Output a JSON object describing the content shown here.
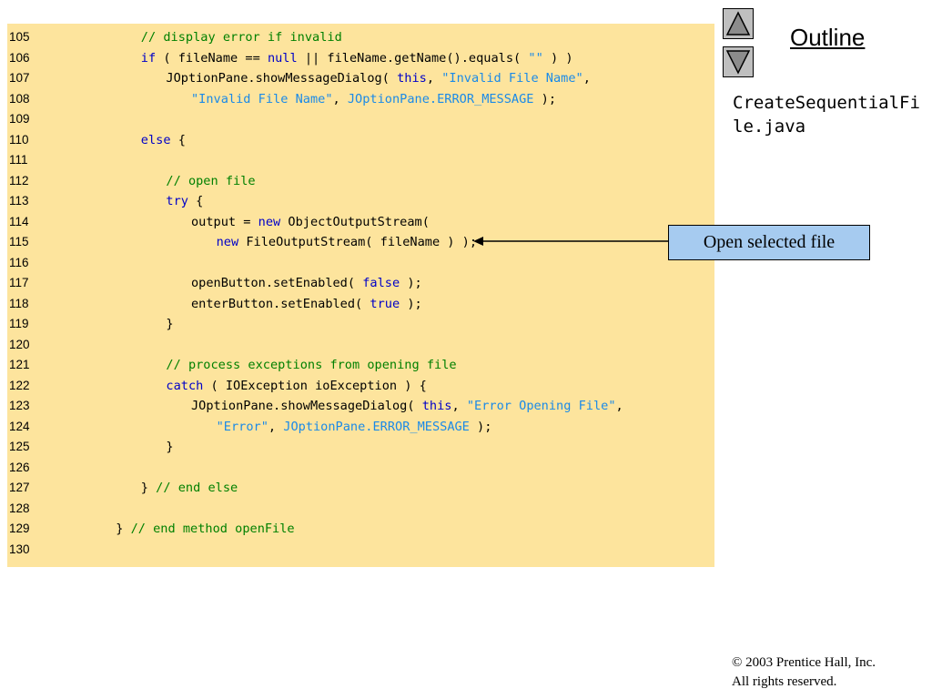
{
  "outline": {
    "title": "Outline",
    "file_name": "CreateSequentialFile.java"
  },
  "nav": {
    "up_icon": "triangle-up-icon",
    "down_icon": "triangle-down-icon"
  },
  "callout": {
    "label": "Open selected file"
  },
  "footer": {
    "copyright_symbol": "©",
    "copyright_line1": "2003 Prentice Hall, Inc.",
    "copyright_line2": "All rights reserved."
  },
  "colors": {
    "code_background": "#fde49d",
    "keyword": "#0000c8",
    "comment": "#008000",
    "string": "#1a8ae8",
    "callout_background": "#a6cbf0",
    "nav_button": "#bfbfbf"
  },
  "code_lines": [
    {
      "num": "105",
      "indent": 3,
      "tokens": [
        {
          "t": "// display error if invalid",
          "k": "cm"
        }
      ]
    },
    {
      "num": "106",
      "indent": 3,
      "tokens": [
        {
          "t": "if",
          "k": "kw"
        },
        {
          "t": " ( fileName == ",
          "k": "pl"
        },
        {
          "t": "null",
          "k": "kw"
        },
        {
          "t": " || fileName.getName().equals( ",
          "k": "pl"
        },
        {
          "t": "\"\"",
          "k": "str"
        },
        {
          "t": " ) )",
          "k": "pl"
        }
      ]
    },
    {
      "num": "107",
      "indent": 4,
      "tokens": [
        {
          "t": "JOptionPane.showMessageDialog( ",
          "k": "pl"
        },
        {
          "t": "this",
          "k": "kw"
        },
        {
          "t": ", ",
          "k": "pl"
        },
        {
          "t": "\"Invalid File Name\"",
          "k": "str"
        },
        {
          "t": ",",
          "k": "pl"
        }
      ]
    },
    {
      "num": "108",
      "indent": 5,
      "tokens": [
        {
          "t": "\"Invalid File Name\"",
          "k": "str"
        },
        {
          "t": ", ",
          "k": "pl"
        },
        {
          "t": "JOptionPane.ERROR_MESSAGE",
          "k": "const"
        },
        {
          "t": " );",
          "k": "pl"
        }
      ]
    },
    {
      "num": "109",
      "indent": 0,
      "tokens": []
    },
    {
      "num": "110",
      "indent": 3,
      "tokens": [
        {
          "t": "else",
          "k": "kw"
        },
        {
          "t": " {",
          "k": "pl"
        }
      ]
    },
    {
      "num": "111",
      "indent": 0,
      "tokens": []
    },
    {
      "num": "112",
      "indent": 4,
      "tokens": [
        {
          "t": "// open file",
          "k": "cm"
        }
      ]
    },
    {
      "num": "113",
      "indent": 4,
      "tokens": [
        {
          "t": "try",
          "k": "kw"
        },
        {
          "t": " {",
          "k": "pl"
        }
      ]
    },
    {
      "num": "114",
      "indent": 5,
      "tokens": [
        {
          "t": "output = ",
          "k": "pl"
        },
        {
          "t": "new",
          "k": "kw"
        },
        {
          "t": " ObjectOutputStream(",
          "k": "pl"
        }
      ]
    },
    {
      "num": "115",
      "indent": 6,
      "tokens": [
        {
          "t": "new",
          "k": "kw"
        },
        {
          "t": " FileOutputStream( fileName ) );",
          "k": "pl"
        }
      ]
    },
    {
      "num": "116",
      "indent": 0,
      "tokens": []
    },
    {
      "num": "117",
      "indent": 5,
      "tokens": [
        {
          "t": "openButton.setEnabled( ",
          "k": "pl"
        },
        {
          "t": "false",
          "k": "kw"
        },
        {
          "t": " );",
          "k": "pl"
        }
      ]
    },
    {
      "num": "118",
      "indent": 5,
      "tokens": [
        {
          "t": "enterButton.setEnabled( ",
          "k": "pl"
        },
        {
          "t": "true",
          "k": "kw"
        },
        {
          "t": " );",
          "k": "pl"
        }
      ]
    },
    {
      "num": "119",
      "indent": 4,
      "tokens": [
        {
          "t": "}",
          "k": "pl"
        }
      ]
    },
    {
      "num": "120",
      "indent": 0,
      "tokens": []
    },
    {
      "num": "121",
      "indent": 4,
      "tokens": [
        {
          "t": "// process exceptions from opening file",
          "k": "cm"
        }
      ]
    },
    {
      "num": "122",
      "indent": 4,
      "tokens": [
        {
          "t": "catch",
          "k": "kw"
        },
        {
          "t": " ( IOException ioException ) {",
          "k": "pl"
        }
      ]
    },
    {
      "num": "123",
      "indent": 5,
      "tokens": [
        {
          "t": "JOptionPane.showMessageDialog( ",
          "k": "pl"
        },
        {
          "t": "this",
          "k": "kw"
        },
        {
          "t": ", ",
          "k": "pl"
        },
        {
          "t": "\"Error Opening File\"",
          "k": "str"
        },
        {
          "t": ",",
          "k": "pl"
        }
      ]
    },
    {
      "num": "124",
      "indent": 6,
      "tokens": [
        {
          "t": "\"Error\"",
          "k": "str"
        },
        {
          "t": ", ",
          "k": "pl"
        },
        {
          "t": "JOptionPane.ERROR_MESSAGE",
          "k": "const"
        },
        {
          "t": " );",
          "k": "pl"
        }
      ]
    },
    {
      "num": "125",
      "indent": 4,
      "tokens": [
        {
          "t": "}",
          "k": "pl"
        }
      ]
    },
    {
      "num": "126",
      "indent": 0,
      "tokens": []
    },
    {
      "num": "127",
      "indent": 3,
      "tokens": [
        {
          "t": "} ",
          "k": "pl"
        },
        {
          "t": "// end else",
          "k": "cm"
        }
      ]
    },
    {
      "num": "128",
      "indent": 0,
      "tokens": []
    },
    {
      "num": "129",
      "indent": 2,
      "tokens": [
        {
          "t": "} ",
          "k": "pl"
        },
        {
          "t": "// end method openFile",
          "k": "cm"
        }
      ]
    },
    {
      "num": "130",
      "indent": 0,
      "tokens": []
    }
  ]
}
